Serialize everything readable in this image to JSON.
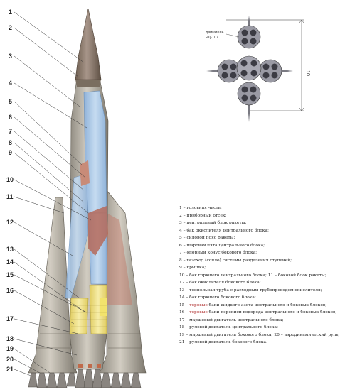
{
  "callouts": [
    "1",
    "2",
    "3",
    "4",
    "5",
    "6",
    "7",
    "8",
    "9",
    "10",
    "11",
    "12",
    "13",
    "14",
    "15",
    "16",
    "17",
    "18",
    "19",
    "20",
    "21"
  ],
  "topview": {
    "engine_label_top": "двигатель",
    "engine_label_bottom": "РД-107",
    "dimension": "10"
  },
  "legend": [
    {
      "parts": [
        "1 – головная часть;"
      ]
    },
    {
      "parts": [
        "2 – приборный отсек;"
      ]
    },
    {
      "parts": [
        "3 – центральный блок ракеты;"
      ]
    },
    {
      "parts": [
        "4 – бак окислителя центрального блока;"
      ]
    },
    {
      "parts": [
        "5 – силовой пояс ракеты;"
      ]
    },
    {
      "parts": [
        "6 – шаровая пята центрального блока;"
      ]
    },
    {
      "parts": [
        "7 – опорный конус бокового блока;"
      ]
    },
    {
      "parts": [
        "8 – газоход (сопло) системы разделения ступеней;"
      ]
    },
    {
      "parts": [
        "9 – крышка;"
      ]
    },
    {
      "parts": [
        "10 – бак горючего центрального блока; 11 – боковой блок ракеты;"
      ]
    },
    {
      "parts": [
        "12 – бак окислителя бокового блока;"
      ]
    },
    {
      "parts": [
        "13 – тоннельная труба с расходным трубопроводом окислителя;"
      ]
    },
    {
      "parts": [
        "14 – бак горючего бокового блока;"
      ]
    },
    {
      "parts": [
        "15 – ",
        "торовые",
        " баки жидкого азота центрального и боковых блоков;"
      ]
    },
    {
      "parts": [
        "16 – ",
        "торовые",
        " баки перекиси водорода центрального и боковых блоков;"
      ]
    },
    {
      "parts": [
        "17 – маршевый двигатель центрального блока;"
      ]
    },
    {
      "parts": [
        "18 – рулевой двигатель центрального блока;"
      ]
    },
    {
      "parts": [
        "19 – маршевый двигатель бокового блока; 20 – аэродинамический руль;"
      ]
    },
    {
      "parts": [
        "21 – рулевой двигатель бокового блока."
      ]
    }
  ],
  "colors": {
    "body": "#b8b3a8",
    "nose": "#8a7a6a",
    "oxidizer": "#a9c6e6",
    "fuel": "#f0e08a",
    "cutaway": "#c07a6a",
    "nozzle": "#8a8580"
  }
}
